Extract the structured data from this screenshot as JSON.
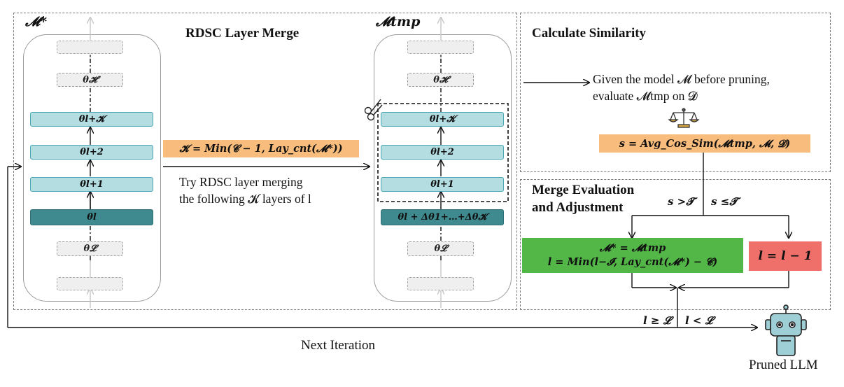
{
  "left_panel": {
    "model_label": "𝓜*",
    "title": "RDSC Layer Merge",
    "tmp_model_label": "𝓜tmp",
    "layers_left": {
      "top_layer": "θ𝓗",
      "l_plus_k": "θl+𝓚",
      "l_plus_2": "θl+2",
      "l_plus_1": "θl+1",
      "l": "θl",
      "bottom_layer": "θ𝓛"
    },
    "layers_right": {
      "top_layer": "θ𝓗",
      "l_plus_k": "θl+𝓚",
      "l_plus_2": "θl+2",
      "l_plus_1": "θl+1",
      "merged": "θl + Δθ1+…+Δθ𝓚",
      "bottom_layer": "θ𝓛"
    },
    "k_formula": "𝓚 = Min(𝓒 − 1, Lay_cnt(𝓜*))",
    "merge_text_line1": "Try RDSC layer merging",
    "merge_text_line2": "the following 𝓚 layers of l"
  },
  "similarity_panel": {
    "title": "Calculate Similarity",
    "desc_line1": "Given the model 𝓜 before pruning,",
    "desc_line2": "evaluate 𝓜tmp on 𝓓",
    "formula": "s = Avg_Cos_Sim(𝓜tmp, 𝓜, 𝓓)"
  },
  "merge_panel": {
    "title_line1": "Merge Evaluation",
    "title_line2": "and Adjustment",
    "cond_greater": "s >𝓣",
    "cond_leq": "s ≤𝓣",
    "green_line1": "𝓜* = 𝓜tmp",
    "green_line2": "l = Min(l−𝓘, Lay_cnt(𝓜*) − 𝓒)",
    "red_box": "l = l − 1"
  },
  "bottom": {
    "cond_geq": "l ≥ 𝓛",
    "cond_less": "l < 𝓛",
    "next_iteration": "Next Iteration",
    "pruned_llm": "Pruned LLM"
  },
  "colors": {
    "cyan": "#b4dde2",
    "teal": "#3f8a8f",
    "orange": "#f8bd7d",
    "green": "#53b748",
    "red": "#ef706b",
    "robot": "#9fcfd6"
  }
}
